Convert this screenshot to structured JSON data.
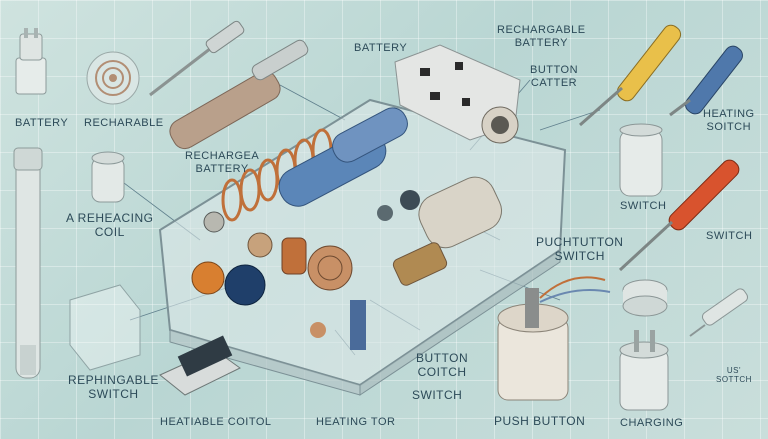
{
  "labels": {
    "battery_left": "BATTERY",
    "recharable": "RECHARABLE",
    "battery_top": "BATTERY",
    "rechargeable_battery_line1": "RECHARGABLE",
    "rechargeable_battery_line2": "BATTERY",
    "button_catter_line1": "BUTTON",
    "button_catter_line2": "CATTER",
    "heating_soitch_line1": "HEATING",
    "heating_soitch_line2": "SOITCH",
    "rechargea_line1": "RECHARGEA",
    "rechargea_line2": "BATTERY",
    "a_reheacing_line1": "A REHEACING",
    "a_reheacing_line2": "COIL",
    "switch_right": "SWITCH",
    "puchtutton_line1": "PUCHTUTTON",
    "puchtutton_line2": "SWITCH",
    "switch_far_right": "SWITCH",
    "rephingable_line1": "REPHINGABLE",
    "rephingable_line2": "SWITCH",
    "button_coitch_line1": "BUTTON",
    "button_coitch_line2": "COITCH",
    "switch_bottom": "SWITCH",
    "heatiable_coitol": "HEATIABLE COITOL",
    "heating_tor": "HEATING TOR",
    "push_button": "PUSH BUTTON",
    "charging": "CHARGING",
    "us_line1": "US'",
    "us_line2": "SOTTCH"
  },
  "colors": {
    "background": "#c2dad7",
    "label_text": "#2c4a58",
    "copper": "#c0703a",
    "battery_blue": "#5b86b8",
    "screwdriver_red": "#d8532e",
    "screwdriver_yellow": "#e9c04a"
  }
}
